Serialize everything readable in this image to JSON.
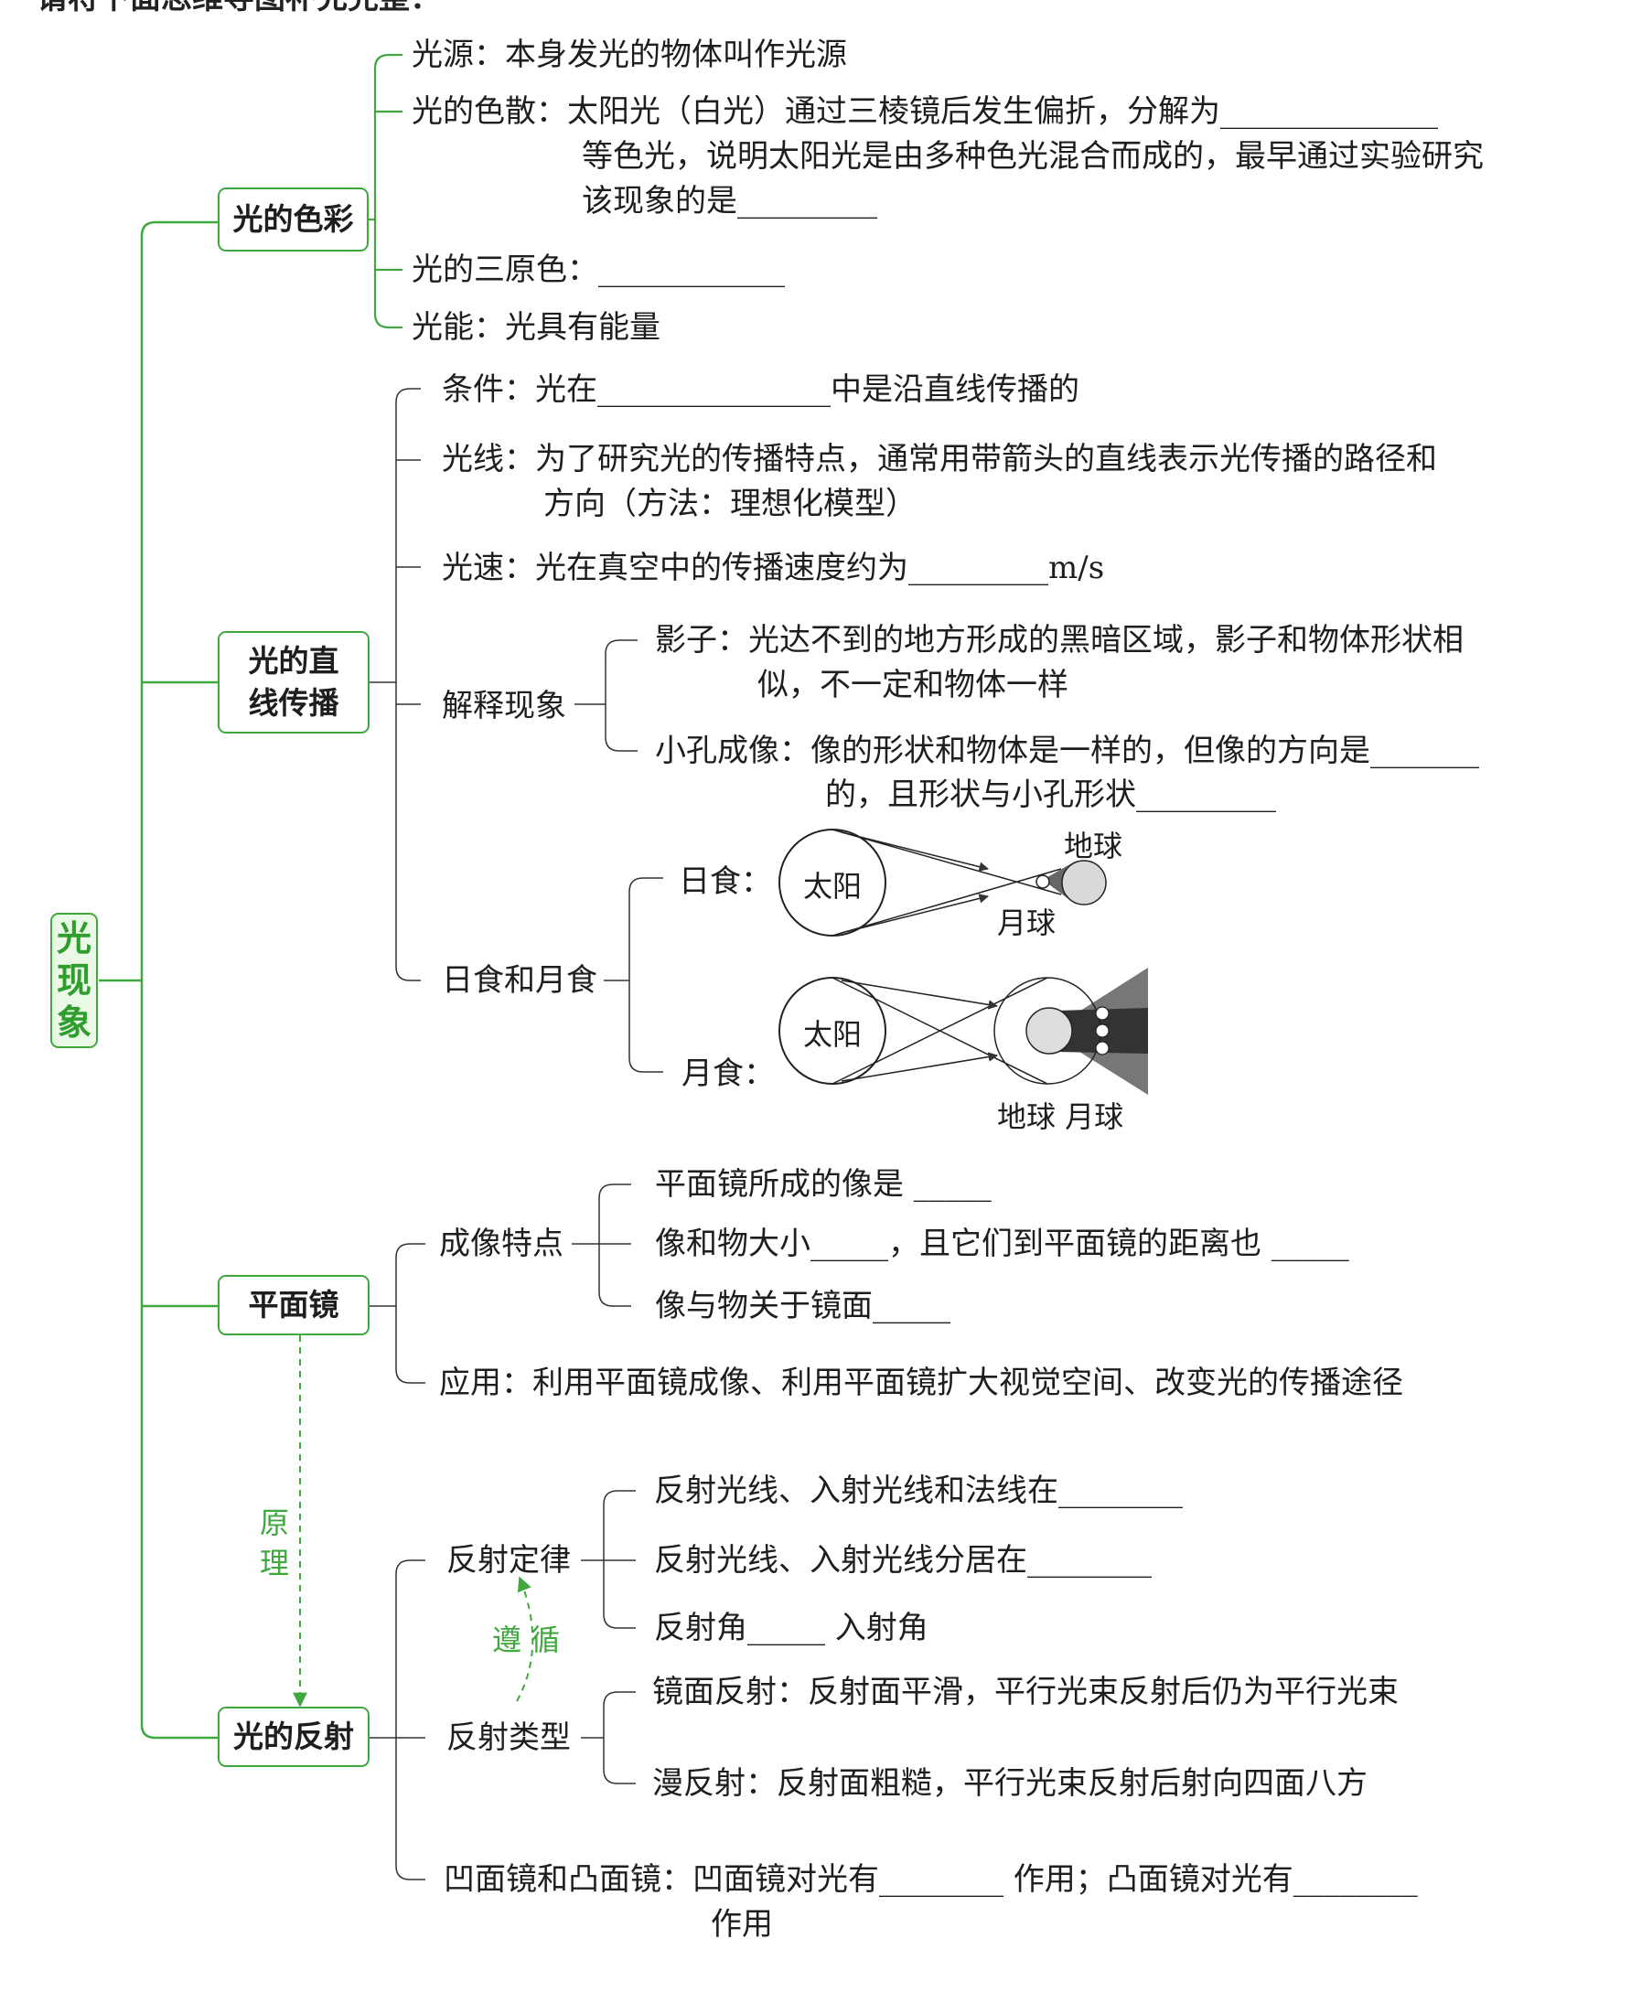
{
  "header": {
    "instruction": "请将下面思维导图补充完整："
  },
  "root": {
    "label": "光现象"
  },
  "branches": {
    "color": {
      "label": "光的色彩",
      "items": {
        "source": "光源：本身发光的物体叫作光源",
        "dispersion_1": "光的色散：太阳光（白光）通过三棱镜后发生偏折，分解为______________",
        "dispersion_2": "等色光，说明太阳光是由多种色光混合而成的，最早通过实验研究",
        "dispersion_3": "该现象的是_________",
        "primary": "光的三原色：____________",
        "energy": "光能：光具有能量"
      }
    },
    "straight": {
      "label_1": "光的直",
      "label_2": "线传播",
      "items": {
        "condition": "条件：光在_______________中是沿直线传播的",
        "ray_1": "光线：为了研究光的传播特点，通常用带箭头的直线表示光传播的路径和",
        "ray_2": "方向（方法：理想化模型）",
        "speed": "光速：光在真空中的传播速度约为_________m/s",
        "explain": "解释现象",
        "shadow_1": "影子：光达不到的地方形成的黑暗区域，影子和物体形状相",
        "shadow_2": "似，不一定和物体一样",
        "pinhole_1": "小孔成像：像的形状和物体是一样的，但像的方向是_______",
        "pinhole_2": "的，且形状与小孔形状_________",
        "eclipse": "日食和月食",
        "solar": "日食：",
        "lunar": "月食：",
        "sun": "太阳",
        "earth": "地球",
        "moon": "月球",
        "earth_moon": "地球  月球"
      }
    },
    "mirror": {
      "label": "平面镜",
      "items": {
        "features": "成像特点",
        "f1": "平面镜所成的像是 _____",
        "f2": "像和物大小_____，且它们到平面镜的距离也 _____",
        "f3": "像与物关于镜面_____",
        "application": "应用：利用平面镜成像、利用平面镜扩大视觉空间、改变光的传播途径"
      }
    },
    "reflection": {
      "label": "光的反射",
      "items": {
        "law": "反射定律",
        "l1": "反射光线、入射光线和法线在________",
        "l2": "反射光线、入射光线分居在________",
        "l3": "反射角_____ 入射角",
        "types": "反射类型",
        "specular": "镜面反射：反射面平滑，平行光束反射后仍为平行光束",
        "diffuse": "漫反射：反射面粗糙，平行光束反射后射向四面八方",
        "curved_1": "凹面镜和凸面镜：凹面镜对光有________ 作用；凸面镜对光有________",
        "curved_2": "作用"
      }
    }
  },
  "connectors": {
    "principle_1": "原",
    "principle_2": "理",
    "follow": "遵 循"
  },
  "colors": {
    "accent": "#3fa83f",
    "root_fill": "#eaf8e6"
  }
}
